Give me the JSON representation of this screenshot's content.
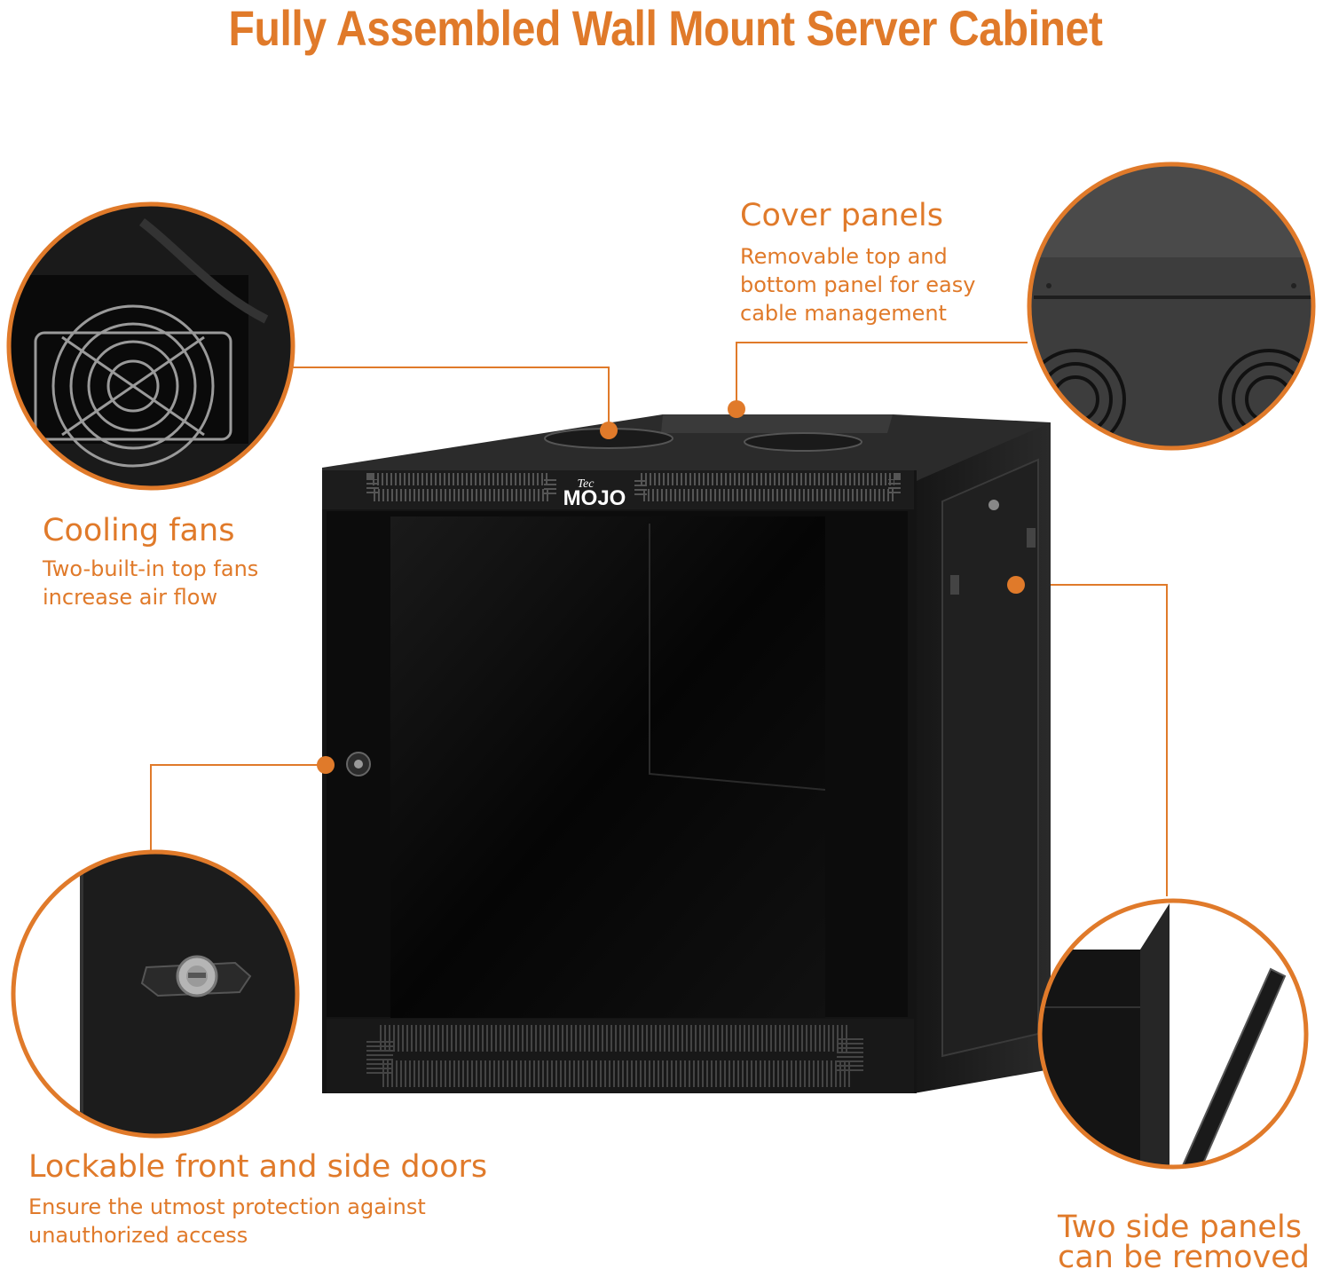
{
  "title": "Fully Assembled Wall Mount Server Cabinet",
  "brand": {
    "line1": "Tec",
    "line2": "MOJO"
  },
  "colors": {
    "accent": "#e07a2a",
    "cabinet": "#111111"
  },
  "callouts": {
    "cover_panels": {
      "heading": "Cover panels",
      "lines": [
        "Removable top and",
        "bottom panel for easy",
        "cable management"
      ]
    },
    "cooling_fans": {
      "heading": "Cooling fans",
      "lines": [
        "Two-built-in top fans",
        "increase air flow"
      ]
    },
    "lockable_doors": {
      "heading": "Lockable front and side doors",
      "lines": [
        "Ensure the utmost protection against",
        "unauthorized access"
      ]
    },
    "side_panels": {
      "lines": [
        "Two side panels",
        "can be removed"
      ]
    }
  }
}
